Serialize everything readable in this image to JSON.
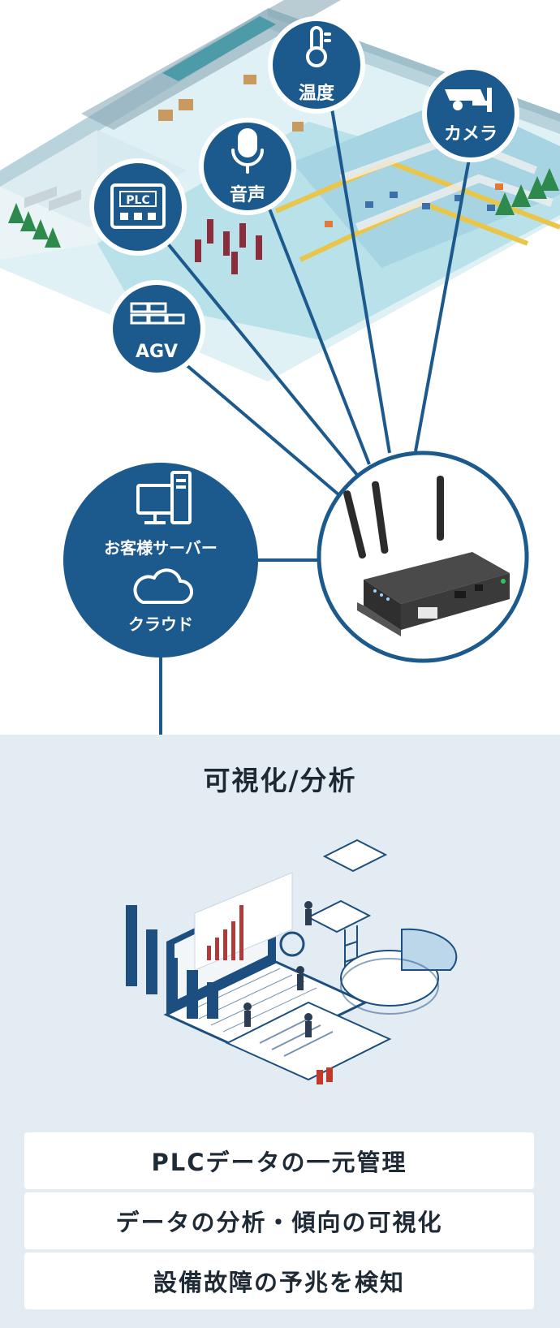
{
  "sensors": {
    "temperature": {
      "label": "温度",
      "icon": "thermometer-icon"
    },
    "camera": {
      "label": "カメラ",
      "icon": "security-camera-icon"
    },
    "audio": {
      "label": "音声",
      "icon": "microphone-icon"
    },
    "plc": {
      "label": "PLC",
      "icon": "plc-panel-icon"
    },
    "agv": {
      "label": "AGV",
      "icon": "agv-icon"
    }
  },
  "hub": {
    "server_label": "お客様サーバー",
    "cloud_label": "クラウド",
    "server_icon": "desktop-server-icon",
    "cloud_icon": "cloud-icon"
  },
  "gateway": {
    "icon": "iot-gateway-router-icon"
  },
  "analysis": {
    "title": "可視化/分析",
    "features": [
      "PLCデータの一元管理",
      "データの分析・傾向の可視化",
      "設備故障の予兆を検知"
    ]
  },
  "colors": {
    "primary": "#1c5a8e",
    "panel_bg": "#e3ebf3",
    "feature_bg": "#ffffff",
    "factory_floor": "#bfe4ec"
  }
}
